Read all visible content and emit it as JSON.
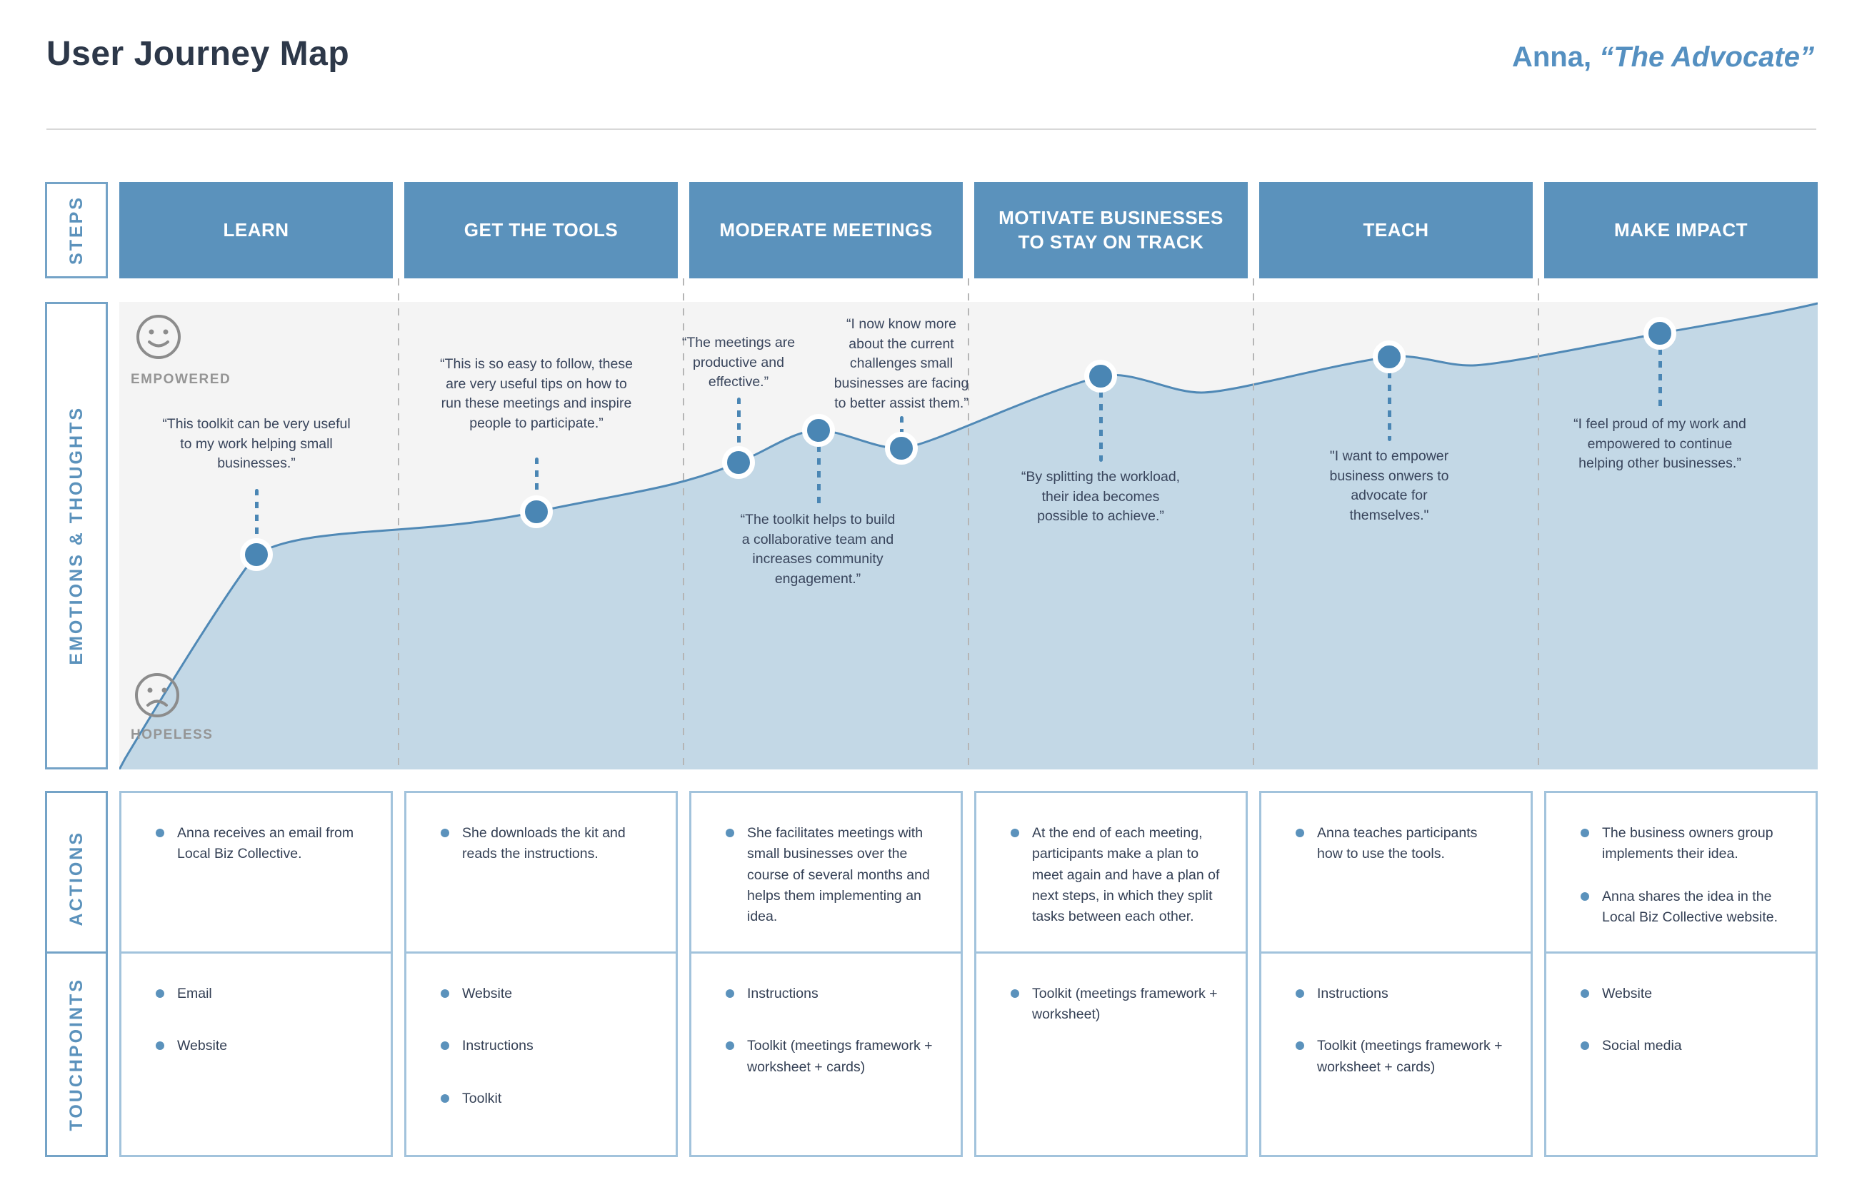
{
  "header": {
    "title": "User Journey Map",
    "persona_name": "Anna,",
    "persona_alias": "“The Advocate”"
  },
  "row_labels": {
    "steps": "STEPS",
    "emotions": "EMOTIONS & THOUGHTS",
    "actions": "ACTIONS",
    "touchpoints": "TOUCHPOINTS"
  },
  "steps": [
    "LEARN",
    "GET THE TOOLS",
    "MODERATE MEETINGS",
    "MOTIVATE BUSINESSES TO STAY ON TRACK",
    "TEACH",
    "MAKE IMPACT"
  ],
  "emotions": {
    "scale_top_label": "EMPOWERED",
    "scale_bottom_label": "HOPELESS",
    "quotes": [
      {
        "text": "“This toolkit can be very useful to my work helping small businesses.”"
      },
      {
        "text": "“This is so easy to follow, these are very useful tips on how to run these meetings and inspire people to participate.”"
      },
      {
        "text": "“The meetings are productive and effective.”"
      },
      {
        "text": "“The toolkit helps to build a collaborative team and increases community engagement.”"
      },
      {
        "text": "“I now know more about the current challenges small businesses are facing to better assist them.”"
      },
      {
        "text": "“By splitting the workload, their idea becomes possible to achieve.”"
      },
      {
        "text": "\"I want to empower business onwers to advocate for themselves.\""
      },
      {
        "text": "“I feel proud of my work and empowered to continue helping other businesses.”"
      }
    ]
  },
  "actions": [
    [
      "Anna receives an email from Local Biz Collective."
    ],
    [
      "She downloads the kit and reads the instructions."
    ],
    [
      "She facilitates meetings with small businesses over the course of several months and helps them implementing an idea."
    ],
    [
      "At the end of each meeting, participants make a plan to meet again and have a plan of next steps, in which they split tasks between each other."
    ],
    [
      "Anna teaches participants how to use the tools."
    ],
    [
      "The business owners group implements their idea.",
      "Anna shares the idea in the Local Biz Collective website."
    ]
  ],
  "touchpoints": [
    [
      "Email",
      "Website"
    ],
    [
      "Website",
      "Instructions",
      "Toolkit"
    ],
    [
      "Instructions",
      "Toolkit (meetings framework + worksheet + cards)"
    ],
    [
      "Toolkit (meetings framework + worksheet)"
    ],
    [
      "Instructions",
      "Toolkit (meetings framework + worksheet + cards)"
    ],
    [
      "Website",
      "Social media"
    ]
  ],
  "colors": {
    "accent_blue": "#5b92bc",
    "curve_line": "#5089b6",
    "curve_fill": "#c3d8e6",
    "panel_bg": "#f4f4f4",
    "dark_text": "#333f54",
    "gray_label": "#959595",
    "persona_blue": "#5590c1"
  }
}
